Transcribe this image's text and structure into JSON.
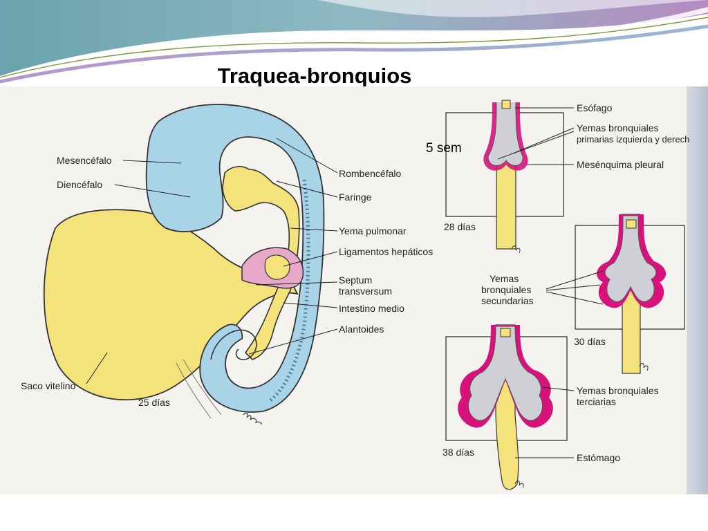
{
  "slide": {
    "title": "Traquea-bronquios",
    "stage_note": "5 sem"
  },
  "embryo_diagram": {
    "labels": {
      "mesencefalo": "Mesencéfalo",
      "diencefalo": "Diencéfalo",
      "rombencefalo": "Rombencéfalo",
      "faringe": "Faringe",
      "yema_pulmonar": "Yema pulmonar",
      "ligamentos": "Ligamentos hepáticos",
      "septum_1": "Septum",
      "septum_2": "transversum",
      "intestino": "Intestino medio",
      "alantoides": "Alantoides",
      "saco": "Saco vitelino",
      "dias": "25 días"
    }
  },
  "bronchi_diagram": {
    "labels": {
      "esofago": "Esófago",
      "yemas_prim_1": "Yemas bronquiales",
      "yemas_prim_2": "primarias izquierda y derech",
      "mesenquima": "Mesénquima pleural",
      "dias_28": "28 días",
      "yemas_sec_1": "Yemas",
      "yemas_sec_2": "bronquiales",
      "yemas_sec_3": "secundarias",
      "dias_30": "30 días",
      "yemas_ter_1": "Yemas bronquiales",
      "yemas_ter_2": "terciarias",
      "dias_38": "38 días",
      "estomago": "Estómago"
    }
  },
  "colors": {
    "neural_tube": "#a9d3e6",
    "yolk": "#f4e27a",
    "mesenchyme": "#d8127a",
    "liver": "#e6a7c9",
    "banner_teal": "#5f9fa8",
    "banner_purple": "#9b6fae"
  }
}
